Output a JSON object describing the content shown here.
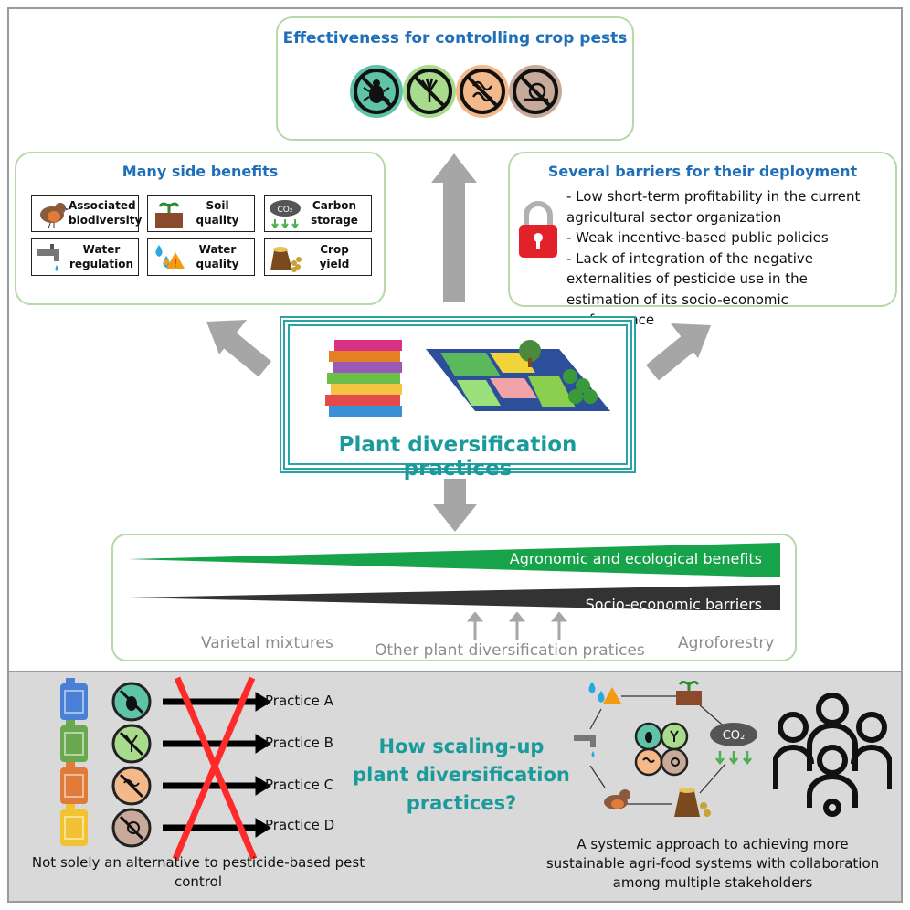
{
  "effectiveness": {
    "title": "Effectiveness for controlling crop pests"
  },
  "side_benefits": {
    "title": "Many side benefits",
    "items": [
      {
        "label": "Associated biodiversity",
        "line1": "Associated",
        "line2": "biodiversity",
        "icon": "robin-bird-icon"
      },
      {
        "label": "Soil quality",
        "line1": "Soil",
        "line2": "quality",
        "icon": "soil-seedling-icon"
      },
      {
        "label": "Carbon storage",
        "line1": "Carbon",
        "line2": "storage",
        "icon": "co2-cloud-icon"
      },
      {
        "label": "Water regulation",
        "line1": "Water",
        "line2": "regulation",
        "icon": "water-tap-icon"
      },
      {
        "label": "Water quality",
        "line1": "Water",
        "line2": "quality",
        "icon": "water-drops-warning-icon"
      },
      {
        "label": "Crop yield",
        "line1": "Crop",
        "line2": "yield",
        "icon": "grain-sack-icon"
      }
    ]
  },
  "barriers": {
    "title": "Several barriers for their deployment",
    "items": [
      "- Low short-term profitability in the current agricultural sector organization",
      "- Weak incentive-based public policies",
      "- Lack of integration of the negative externalities of pesticide use in the estimation of its socio-economic performance"
    ]
  },
  "center": {
    "title": "Plant diversification practices"
  },
  "gradient": {
    "benefits_label": "Agronomic and ecological benefits",
    "barriers_label": "Socio-economic barriers",
    "left_label": "Varietal mixtures",
    "middle_label": "Other plant diversification pratices",
    "right_label": "Agroforestry"
  },
  "bottom": {
    "practices": [
      "Practice A",
      "Practice B",
      "Practice C",
      "Practice D"
    ],
    "left_caption": "Not solely an alternative to pesticide-based pest control",
    "question_line1": "How scaling-up",
    "question_line2": "plant diversification",
    "question_line3": "practices?",
    "right_caption": "A systemic approach to achieving more sustainable agri-food systems with collaboration among multiple stakeholders",
    "co2": "CO₂"
  },
  "colors": {
    "title_blue": "#1f6fb8",
    "teal": "#1a9a9a",
    "green_wedge": "#16a34a",
    "dark_wedge": "#333333",
    "box_border": "#b5d9a7",
    "bottom_bg": "#d9d9d9",
    "pest_teal": "#5fc3a8",
    "pest_green": "#a8dc8c",
    "pest_orange": "#f4b98a",
    "pest_brown": "#c8aa9a",
    "red_cross": "#ff2a2a"
  }
}
